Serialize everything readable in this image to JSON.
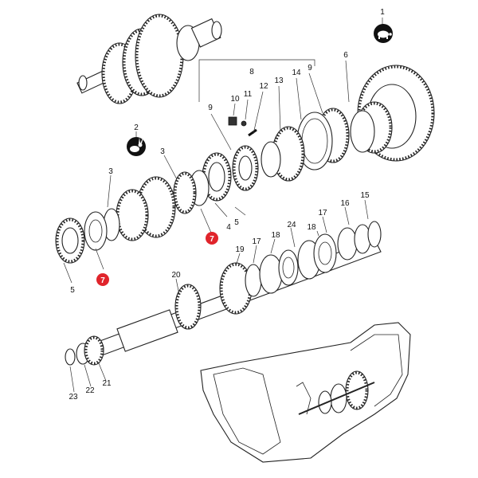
{
  "diagram": {
    "callouts": [
      "1",
      "2",
      "3",
      "3",
      "4",
      "5",
      "5",
      "6",
      "7",
      "7",
      "8",
      "9",
      "9",
      "10",
      "11",
      "12",
      "13",
      "14",
      "15",
      "16",
      "17",
      "17",
      "18",
      "18",
      "19",
      "20",
      "21",
      "22",
      "23",
      "24"
    ],
    "highlight_color": "#e0242b",
    "icons": [
      "rabbit-icon",
      "turtle-icon"
    ]
  }
}
